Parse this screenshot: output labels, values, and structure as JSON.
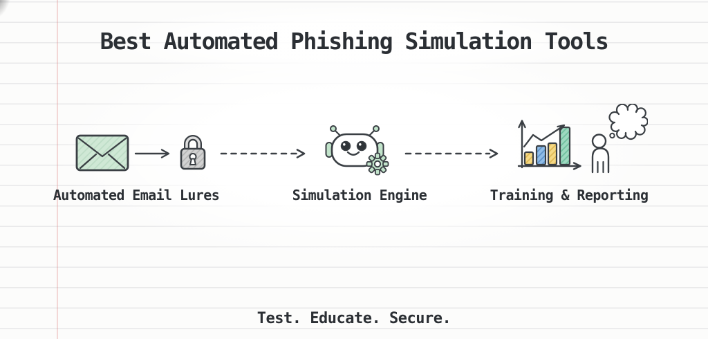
{
  "page": {
    "title": "Best Automated Phishing Simulation Tools",
    "tagline": "Test. Educate. Secure.",
    "background": "ruled-notebook-paper"
  },
  "flow": {
    "steps": [
      {
        "label": "Automated Email Lures",
        "icons": [
          "envelope-icon",
          "padlock-icon"
        ]
      },
      {
        "label": "Simulation Engine",
        "icons": [
          "robot-icon",
          "gear-icon"
        ]
      },
      {
        "label": "Training & Reporting",
        "icons": [
          "bar-chart-icon",
          "thinking-person-icon",
          "thought-bubble-icon"
        ]
      }
    ],
    "connectors": [
      {
        "from": "envelope-icon",
        "to": "padlock-icon",
        "style": "solid-arrow"
      },
      {
        "from": "padlock-icon",
        "to": "robot-icon",
        "style": "dashed-arrow"
      },
      {
        "from": "robot-icon",
        "to": "bar-chart-icon",
        "style": "dashed-arrow"
      }
    ]
  },
  "colors": {
    "paper": "#fcfcfb",
    "rule-line": "#e9e9ea",
    "margin-line": "rgba(221,128,128,0.30)",
    "ink": "#3a3f44",
    "text": "#2b2f34",
    "green-fill": "#cfe8d5",
    "green-accent": "#c2e4cb",
    "gray-fill": "#d2d2d2",
    "yellow-bar": "#f6d984",
    "blue-bar": "#8fbce7",
    "teal-bar": "#9ed9c0"
  }
}
